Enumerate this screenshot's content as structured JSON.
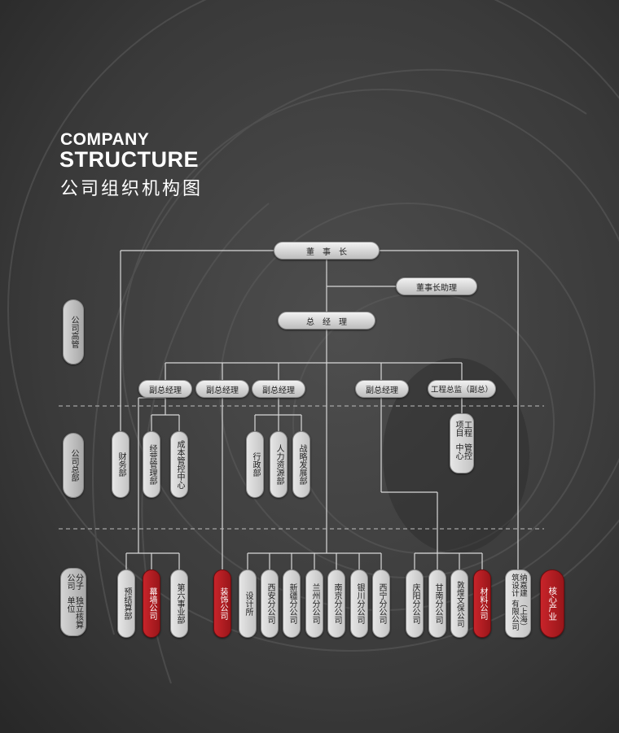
{
  "heading": {
    "line1": "COMPANY",
    "line2": "STRUCTURE",
    "line3": "公司组织机构图"
  },
  "row_labels": [
    "公司高管",
    "公司总部",
    "分子公司独立核算单位"
  ],
  "row_labels_split": {
    "r1": "公司高管",
    "r2": "公司总部",
    "r3_col_a": "分子公司",
    "r3_col_b": "独立核算单位"
  },
  "top": {
    "chairman": "董　事　长",
    "assistant": "董事长助理",
    "gm": "总　经　理"
  },
  "deputies": [
    "副总经理",
    "副总经理",
    "副总经理",
    "副总经理",
    "工程总监（副总）"
  ],
  "hq": {
    "finance": "财务部",
    "ops": "经营管理部",
    "cost": "成本管控中心",
    "admin": "行政部",
    "hr": "人力资源部",
    "strategy": "战略发展部",
    "project_col1": "工程项目",
    "project_col2": "管控中心"
  },
  "units": {
    "budget": "预结算部",
    "curtain": "幕墙公司",
    "sixth": "第六事业部",
    "decor": "装饰公司",
    "design": "设计所",
    "xian": "西安分公司",
    "xinjiang": "新疆分公司",
    "lanzhou": "兰州分公司",
    "nanjing": "南京分公司",
    "yinchuan": "银川分公司",
    "xining": "西宁分公司",
    "qingyang": "庆阳分公司",
    "gannan": "甘南分公司",
    "dunhuang": "敦煌文保公司",
    "material": "材料公司",
    "najia_col1": "纳嘉建筑设计",
    "najia_col2": "（上海）有限公司",
    "core": "核心产业"
  },
  "colors": {
    "accent_red": "#b51e23",
    "box_grey": "#cfcfcf",
    "background": "#3a3a3a"
  }
}
